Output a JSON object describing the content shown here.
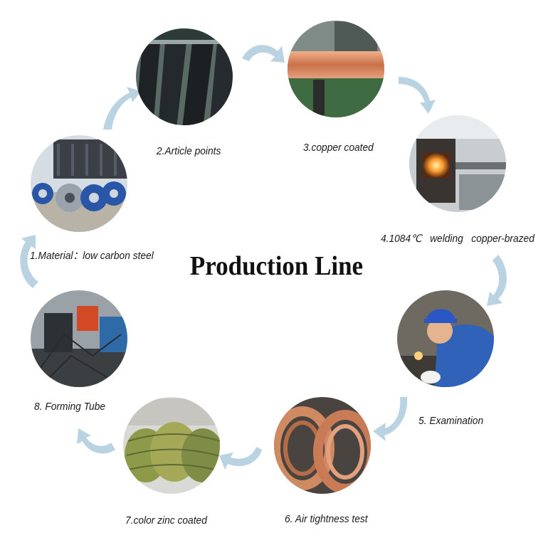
{
  "title": "Production Line",
  "steps": [
    {
      "label": "1.Material：low carbon steel",
      "photo": "steel-coils-photo"
    },
    {
      "label": "2.Article points",
      "photo": "steel-strips-photo"
    },
    {
      "label": "3.copper coated",
      "photo": "copper-roll-photo"
    },
    {
      "label": "4.1084℃   welding   copper-brazed",
      "photo": "furnace-photo"
    },
    {
      "label": "5. Examination",
      "photo": "worker-inspecting-photo"
    },
    {
      "label": "6. Air tightness test",
      "photo": "copper-tube-coils-photo"
    },
    {
      "label": "7.color zinc coated",
      "photo": "zinc-coated-coils-photo"
    },
    {
      "label": "8. Forming Tube",
      "photo": "tube-forming-machine-photo"
    }
  ],
  "colors": {
    "arrow": "#b9d3e3",
    "text": "#1a1a1a",
    "title": "#111111"
  }
}
